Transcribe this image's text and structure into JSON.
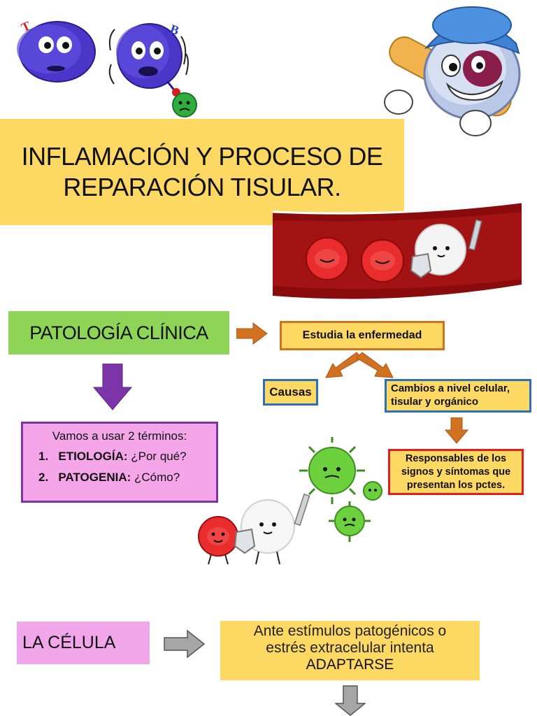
{
  "title": {
    "line1": "INFLAMACIÓN Y PROCESO DE",
    "line2": "REPARACIÓN TISULAR."
  },
  "diagram": {
    "patologia": "PATOLOGÍA CLÍNICA",
    "estudia": "Estudia la enfermedad",
    "causas": "Causas",
    "cambios": "Cambios a nivel celular, tisular y orgánico",
    "responsables": "Responsables de los signos y síntomas que presentan los pctes.",
    "terminos": {
      "lead": "Vamos a usar 2 términos:",
      "item1_num": "1.",
      "item1_term": "ETIOLOGÍA:",
      "item1_desc": " ¿Por qué?",
      "item2_num": "2.",
      "item2_term": "PATOGENIA:",
      "item2_desc": " ¿Cómo?"
    },
    "celula": "LA CÉLULA",
    "ante_line1": "Ante estímulos patogénicos o",
    "ante_line2": "estrés extracelular intenta",
    "adaptarse": "ADAPTARSE"
  },
  "illustration_labels": {
    "t_cell_letter": "T",
    "b_cell_letter": "B"
  },
  "colors": {
    "yellow": "#fdd862",
    "green": "#8ed457",
    "orange_arrow": "#d2711f",
    "purple": "#7b35a8",
    "pink": "#f4a6e8",
    "blue_border": "#2c6fb8",
    "red_border": "#e02020",
    "gray_arrow": "#a6a6a6"
  }
}
